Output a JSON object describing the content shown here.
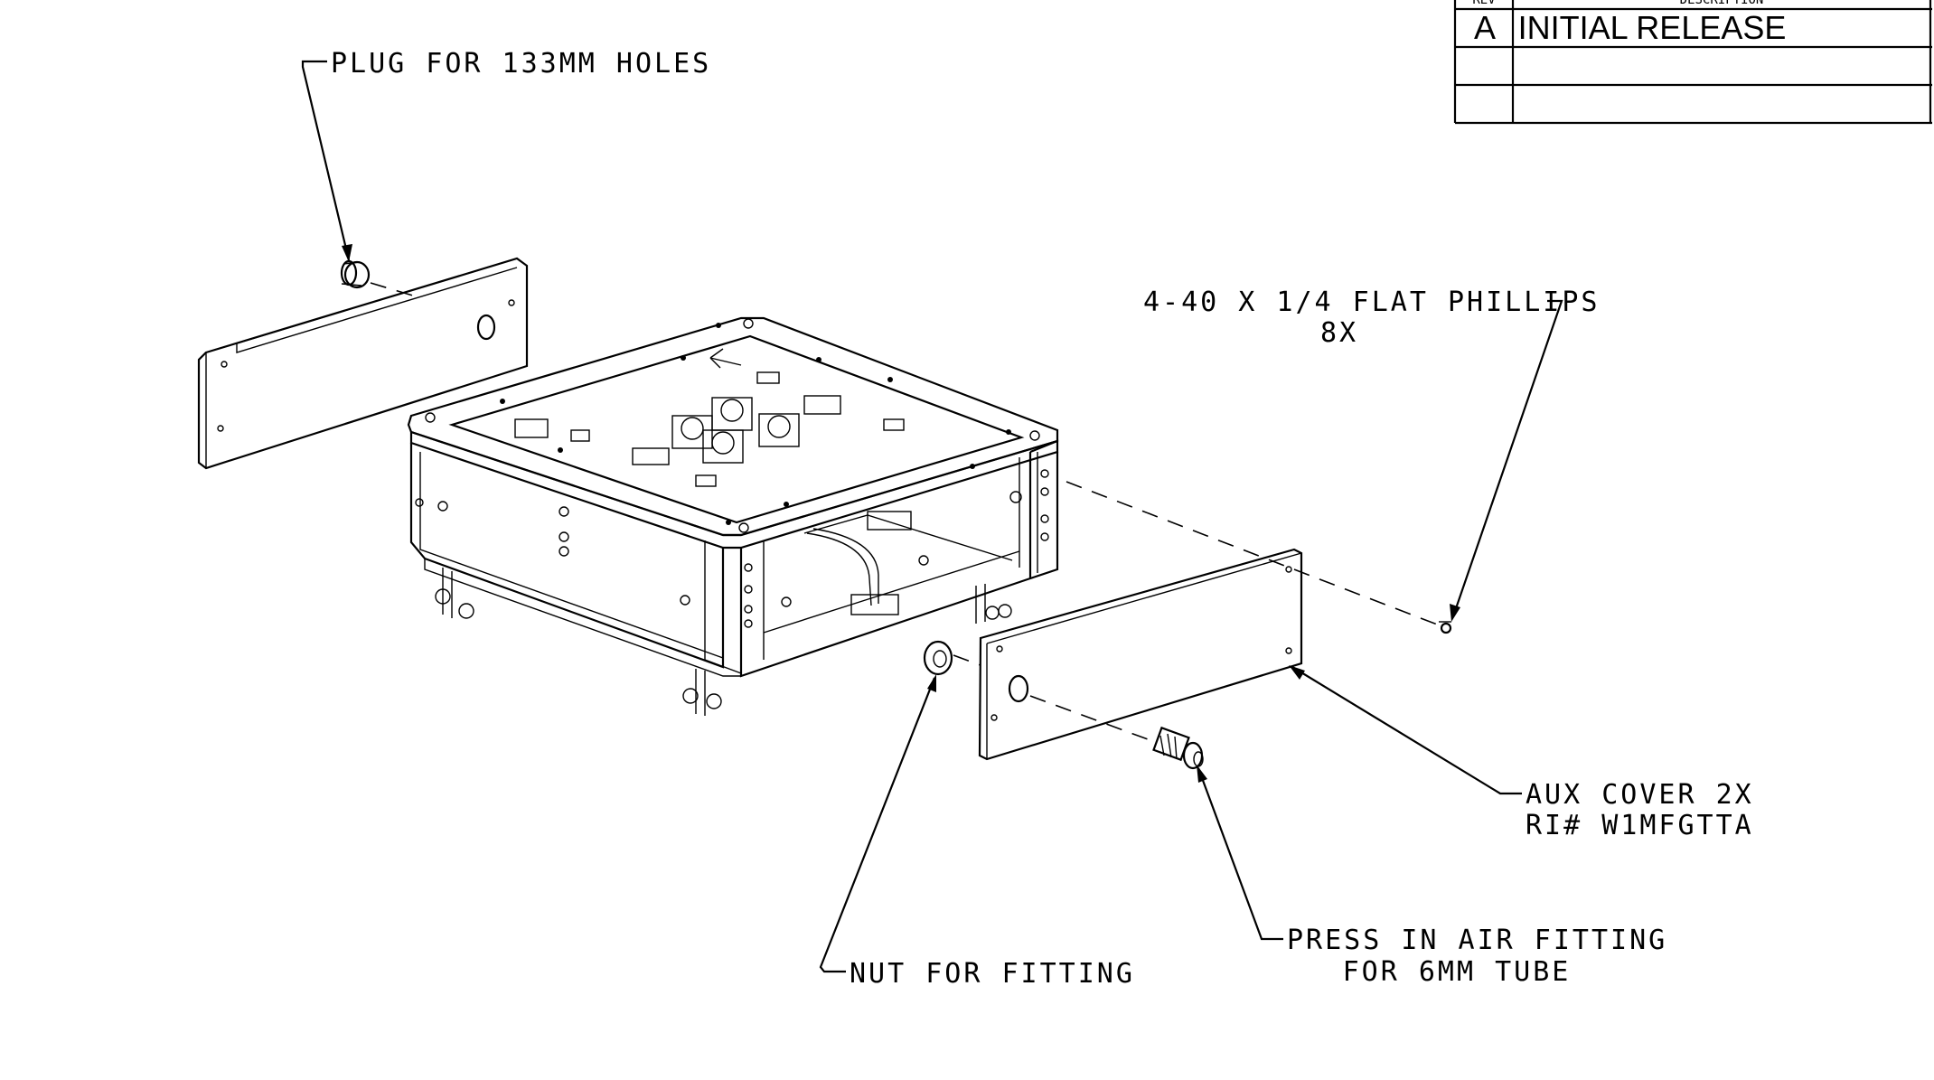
{
  "revision_table": {
    "header_rev": "REV",
    "header_description": "DESCRIPTION",
    "rows": [
      {
        "rev": "A",
        "description": "INITIAL RELEASE"
      },
      {
        "rev": "",
        "description": ""
      },
      {
        "rev": "",
        "description": ""
      }
    ]
  },
  "callouts": {
    "plug": "PLUG FOR 133MM HOLES",
    "screw_line1": "4-40 X 1/4 FLAT PHILLIPS",
    "screw_line2": "8X",
    "aux_cover_line1": "AUX COVER 2X",
    "aux_cover_line2": "RI# W1MFGTTA",
    "air_fitting_line1": "PRESS IN AIR FITTING",
    "air_fitting_line2": "FOR 6MM TUBE",
    "nut": "NUT FOR FITTING"
  }
}
